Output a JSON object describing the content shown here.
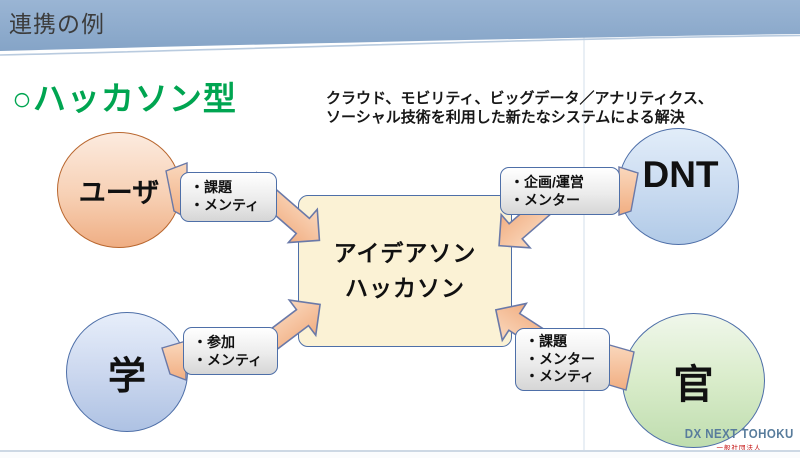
{
  "slide": {
    "header_title": "連携の例",
    "section_title": "○ハッカソン型",
    "description": [
      "クラウド、モビリティ、ビッグデータ／アナリティクス、",
      "ソーシャル技術を利用した新たなシステムによる解決"
    ],
    "center_box": {
      "line1": "アイデアソン",
      "line2": "ハッカソン"
    },
    "nodes": {
      "user": {
        "label": "ユーザ",
        "items": [
          "・課題",
          "・メンティ"
        ]
      },
      "dnt": {
        "label": "DNT",
        "items": [
          "・企画/運営",
          "・メンター"
        ]
      },
      "gaku": {
        "label": "学",
        "items": [
          "・参加",
          "・メンティ"
        ]
      },
      "kan": {
        "label": "官",
        "items": [
          "・課題",
          "・メンター",
          "・メンティ"
        ]
      }
    },
    "logo": {
      "title": "DX NEXT TOHOKU",
      "subtitle": "一般社団法人"
    },
    "colors": {
      "header_blue": "#8fafd0",
      "title_green": "#00a551",
      "center_box_fill": "#fbf2d5",
      "shape_border_blue": "#4e6fa8",
      "arrow_fill": "#f5bd97",
      "user_circle_fill": "#efae84",
      "user_circle_border": "#b9672f",
      "dnt_circle_fill": "#b1cae7",
      "gaku_circle_fill": "#aec2e3",
      "kan_circle_fill": "#bfddaf",
      "logo_blue": "#587c9c",
      "logo_red": "#c00000"
    }
  }
}
